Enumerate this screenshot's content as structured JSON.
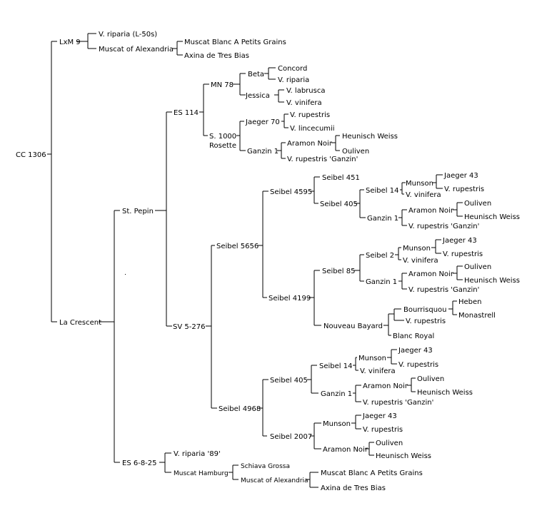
{
  "pedigree": {
    "root": "CC 1306",
    "lxm9": "LxM 9",
    "lxm9_p1": "V. riparia (L-50s)",
    "lxm9_p2": "Muscat of Alexandria",
    "moa1_p1": "Muscat Blanc A Petits Grains",
    "moa1_p2": "Axina de Tres Bias",
    "la_crescent": "La Crescent",
    "st_pepin": "St. Pepin",
    "es114": "ES 114",
    "mn78": "MN 78",
    "beta": "Beta",
    "beta_p1": "Concord",
    "beta_p2": "V. riparia",
    "jessica": "Jessica",
    "jessica_p1": "V. labrusca",
    "jessica_p2": "V. vinifera",
    "s1000_line1": "S. 1000",
    "s1000_line2": "Rosette",
    "jaeger70": "Jaeger 70",
    "jaeger70_p1": "V. rupestris",
    "jaeger70_p2": "V. lincecumii",
    "ganzin1_a": "Ganzin 1",
    "aramon_a": "Aramon Noir",
    "aramon_a_p1": "Heunisch Weiss",
    "aramon_a_p2": "Ouliven",
    "ganzin1_a_p2": "V. rupestris 'Ganzin'",
    "sv5276": "SV 5-276",
    "s5656": "Seibel 5656",
    "s4595": "Seibel 4595",
    "s451": "Seibel 451",
    "s405_a": "Seibel 405",
    "s14_a": "Seibel 14",
    "munson_a": "Munson",
    "munson_a_p1": "Jaeger 43",
    "munson_a_p2": "V. rupestris",
    "s14_a_p2": "V. vinifera",
    "ganzin1_b": "Ganzin 1",
    "aramon_b": "Aramon Noir",
    "aramon_b_p1": "Ouliven",
    "aramon_b_p2": "Heunisch Weiss",
    "ganzin1_b_p2": "V. rupestris 'Ganzin'",
    "s4199": "Seibel 4199",
    "s85": "Seibel 85",
    "s2": "Seibel 2",
    "munson_b": "Munson",
    "munson_b_p1": "Jaeger 43",
    "munson_b_p2": "V. rupestris",
    "s2_p2": "V. vinifera",
    "ganzin1_c": "Ganzin 1",
    "aramon_c": "Aramon Noir",
    "aramon_c_p1": "Ouliven",
    "aramon_c_p2": "Heunisch Weiss",
    "ganzin1_c_p2": "V. rupestris 'Ganzin'",
    "nouveau_bayard": "Nouveau Bayard",
    "bourrisquou": "Bourrisquou",
    "bourr_p1": "Heben",
    "bourr_p2": "Monastrell",
    "nb_rupestris": "V. rupestris",
    "blanc_royal": "Blanc Royal",
    "s4968": "Seibel 4968",
    "s405_b": "Seibel 405",
    "s14_b": "Seibel 14",
    "munson_c": "Munson",
    "munson_c_p1": "Jaeger 43",
    "munson_c_p2": "V. rupestris",
    "s14_b_p2": "V. vinifera",
    "ganzin1_d": "Ganzin 1",
    "aramon_d": "Aramon Noir",
    "aramon_d_p1": "Ouliven",
    "aramon_d_p2": "Heunisch Weiss",
    "ganzin1_d_p2": "V. rupestris 'Ganzin'",
    "s2007": "Seibel 2007",
    "munson_d": "Munson",
    "munson_d_p1": "Jaeger 43",
    "munson_d_p2": "V. rupestris",
    "aramon_e": "Aramon Noir",
    "aramon_e_p1": "Ouliven",
    "aramon_e_p2": "Heunisch Weiss",
    "es6825": "ES 6-8-25",
    "es6825_p1": "V. riparia '89'",
    "muscat_hamburg": "Muscat Hamburg",
    "schiava": "Schiava Grossa",
    "moa2": "Muscat of Alexandria",
    "moa2_p1": "Muscat Blanc A Petits Grains",
    "moa2_p2": "Axina de Tres Bias"
  }
}
